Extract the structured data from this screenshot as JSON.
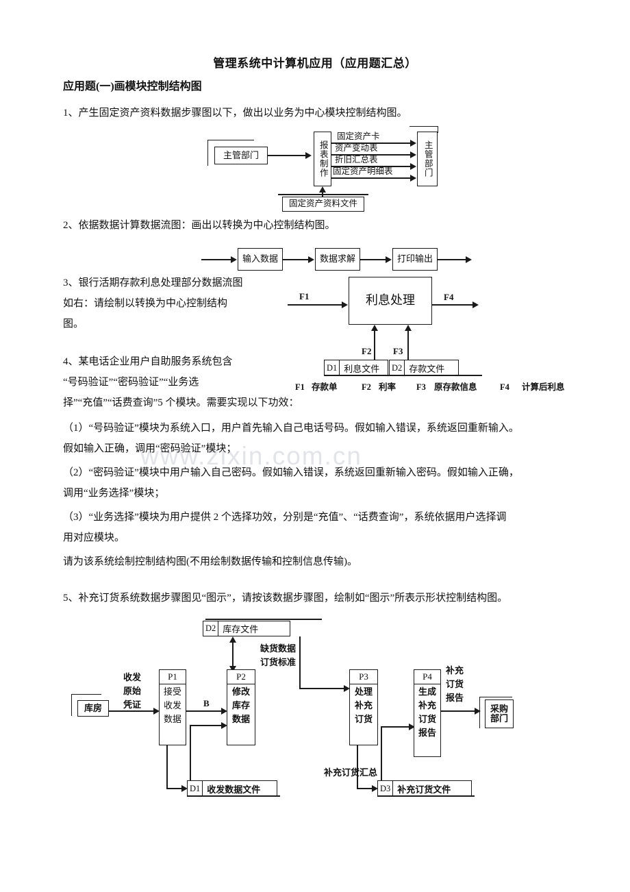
{
  "document": {
    "title": "管理系统中计算机应用（应用题汇总）",
    "section_heading": "应用题(一)画模块控制结构图",
    "watermark": "www.zixin.com.cn"
  },
  "questions": {
    "q1": "1、产生固定资产资料数据步骤图以下，做出以业务为中心模块控制结构图。",
    "q2": "2、依据数据计算数据流图：画出以转换为中心控制结构图。",
    "q3_line1": "3、银行活期存款利息处理部分数据流图",
    "q3_line2": "如右：请绘制以转换为中心控制结构",
    "q3_line3": "图。",
    "q4_line1": "4、某电话企业用户自助服务系统包含",
    "q4_line2": "“号码验证”“密码验证”“业务选",
    "q4_line3": "择”“充值”“话费查询”5 个模块。需要实现以下功效：",
    "q4_item1_a": "（1）“号码验证”模块为系统入口，用户首先输入自己电话号码。假如输入错误，系统返回重新输入。",
    "q4_item1_b": "假如输入正确，调用“密码验证”模块；",
    "q4_item2_a": "（2）“密码验证”模块中用户输入自己密码。假如输入错误，系统返回重新输入密码。假如输入正确，",
    "q4_item2_b": "调用“业务选择”模块；",
    "q4_item3_a": "（3）“业务选择”模块为用户提供 2 个选择功效，分别是“充值”、“话费查询”，系统依据用户选择调",
    "q4_item3_b": "用对应模块。",
    "q4_item4": "请为该系统绘制控制结构图(不用绘制数据传输和控制信息传输)。",
    "q5": "5、补充订货系统数据步骤图见“图示”，请按该数据步骤图，绘制如“图示”所表示形状控制结构图。"
  },
  "diagram1": {
    "source_entity": "主管部门",
    "process": "报表制作",
    "target_entity": "主管部门",
    "flows": [
      "固定资产卡",
      "资产变动表",
      "折旧汇总表",
      "固定资产明细表"
    ],
    "store": "固定资产资料文件"
  },
  "diagram2": {
    "boxes": [
      "输入数据",
      "数据求解",
      "打印输出"
    ]
  },
  "diagram3": {
    "process": "利息处理",
    "flow_in": "F1",
    "flow_out": "F4",
    "flow_f2": "F2",
    "flow_f3": "F3",
    "store1_id": "D1",
    "store1_name": "利息文件",
    "store2_id": "D2",
    "store2_name": "存款文件",
    "legend": [
      {
        "key": "F1",
        "value": "存款单"
      },
      {
        "key": "F2",
        "value": "利率"
      },
      {
        "key": "F3",
        "value": "原存款信息"
      },
      {
        "key": "F4",
        "value": "计算后利息"
      }
    ]
  },
  "diagram5": {
    "store_d2_id": "D2",
    "store_d2_name": "库存文件",
    "entity_warehouse": "库房",
    "flow_receipt": [
      "收发",
      "原始",
      "凭证"
    ],
    "p1_id": "P1",
    "p1_body": [
      "接受",
      "收发",
      "数据"
    ],
    "flow_b": "B",
    "p2_id": "P2",
    "p2_body": [
      "修改",
      "库存",
      "数据"
    ],
    "flow_shortage": [
      "缺货数据",
      "订货标准"
    ],
    "p3_id": "P3",
    "p3_body": [
      "处理",
      "补充",
      "订货"
    ],
    "p4_id": "P4",
    "p4_body": [
      "生成",
      "补充",
      "订货",
      "报告"
    ],
    "flow_report": [
      "补充",
      "订货",
      "报告"
    ],
    "entity_purchase": [
      "采购",
      "部门"
    ],
    "store_d1_id": "D1",
    "store_d1_name": "收发数据文件",
    "store_d3_id": "D3",
    "store_d3_name": "补充订货文件",
    "flow_summary": "补充订货汇总"
  }
}
